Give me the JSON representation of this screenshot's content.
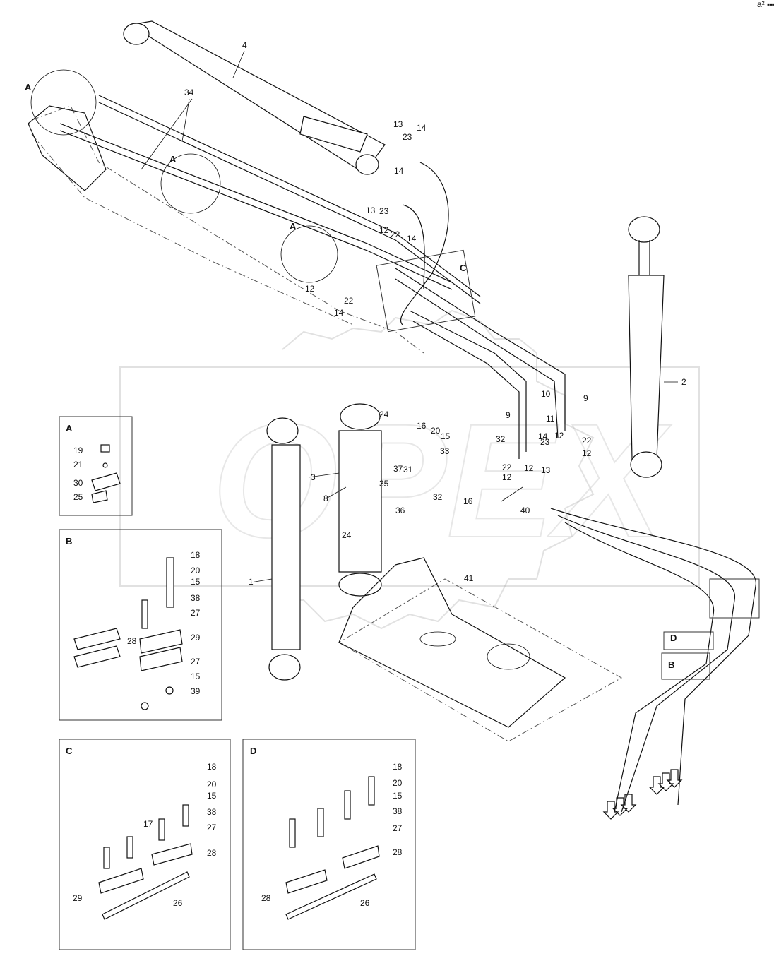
{
  "corner_mark": "a² ▪▪▪",
  "watermark": "OPEX",
  "callouts": [
    "1",
    "2",
    "3",
    "4",
    "8",
    "9",
    "9",
    "10",
    "11",
    "12",
    "12",
    "12",
    "12",
    "12",
    "12",
    "13",
    "13",
    "13",
    "14",
    "14",
    "14",
    "14",
    "14",
    "15",
    "16",
    "16",
    "20",
    "22",
    "22",
    "22",
    "22",
    "23",
    "23",
    "23",
    "24",
    "24",
    "31",
    "32",
    "32",
    "33",
    "34",
    "35",
    "36",
    "37",
    "40",
    "41"
  ],
  "detail_refs": [
    "A",
    "A",
    "A",
    "C",
    "D",
    "B"
  ],
  "panels": {
    "a": {
      "title": "A",
      "labels": [
        "19",
        "21",
        "30",
        "25"
      ]
    },
    "b": {
      "title": "B",
      "labels": [
        "18",
        "20",
        "15",
        "38",
        "27",
        "28",
        "29",
        "27",
        "15",
        "39"
      ]
    },
    "c": {
      "title": "C",
      "labels": [
        "18",
        "20",
        "15",
        "38",
        "27",
        "17",
        "28",
        "29",
        "26"
      ]
    },
    "d": {
      "title": "D",
      "labels": [
        "18",
        "20",
        "15",
        "38",
        "27",
        "28",
        "28",
        "26"
      ]
    }
  }
}
